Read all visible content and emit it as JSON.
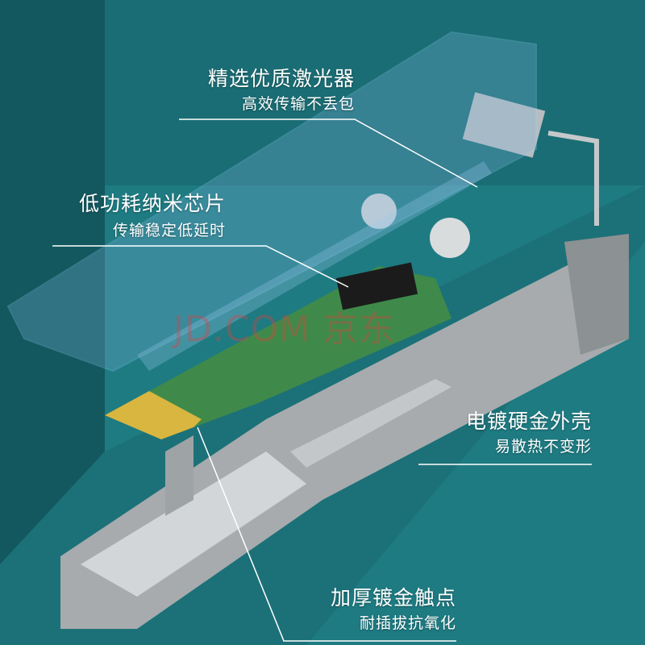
{
  "callouts": [
    {
      "title": "精选优质激光器",
      "subtitle": "高效传输不丢包"
    },
    {
      "title": "低功耗纳米芯片",
      "subtitle": "传输稳定低延时"
    },
    {
      "title": "电镀硬金外壳",
      "subtitle": "易散热不变形"
    },
    {
      "title": "加厚镀金触点",
      "subtitle": "耐插拔抗氧化"
    }
  ],
  "watermark": "JD.COM 京东",
  "colors": {
    "background": "#1e7b82",
    "wall": "#13585f",
    "metal": "#b9bcbf",
    "pcb": "#3f8a4a",
    "gold": "#d8b640"
  }
}
